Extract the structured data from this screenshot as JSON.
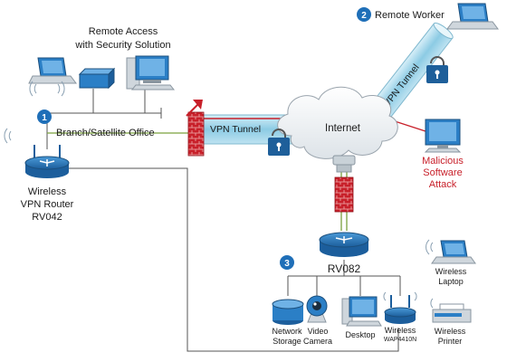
{
  "labels": {
    "remote_access_1": "Remote Access",
    "remote_access_2": "with Security Solution",
    "branch_office": "Branch/Satellite Office",
    "wireless_router_1": "Wireless",
    "wireless_router_2": "VPN Router",
    "wireless_router_3": "RV042",
    "vpn_tunnel_left": "VPN Tunnel",
    "vpn_tunnel_right": "VPN Tunnel",
    "internet": "Internet",
    "remote_worker": "Remote Worker",
    "malicious_1": "Malicious",
    "malicious_2": "Software",
    "malicious_3": "Attack",
    "rv082": "RV082",
    "wireless_laptop_1": "Wireless",
    "wireless_laptop_2": "Laptop",
    "network_storage_1": "Network",
    "network_storage_2": "Storage",
    "video_camera_1": "Video",
    "video_camera_2": "Camera",
    "desktop": "Desktop",
    "wap_1": "Wireless",
    "wap_2": "WAP4410N",
    "wireless_printer_1": "Wireless",
    "wireless_printer_2": "Printer"
  },
  "badges": {
    "branch": "1",
    "remote": "2",
    "hq": "3"
  },
  "colors": {
    "badge_blue": "#1f6fb8",
    "tunnel_blue": "#9ed4ea",
    "firewall_red": "#c8202a",
    "attack_red": "#c8202a",
    "device_blue": "#2b7fc6",
    "link_gray": "#555555"
  }
}
